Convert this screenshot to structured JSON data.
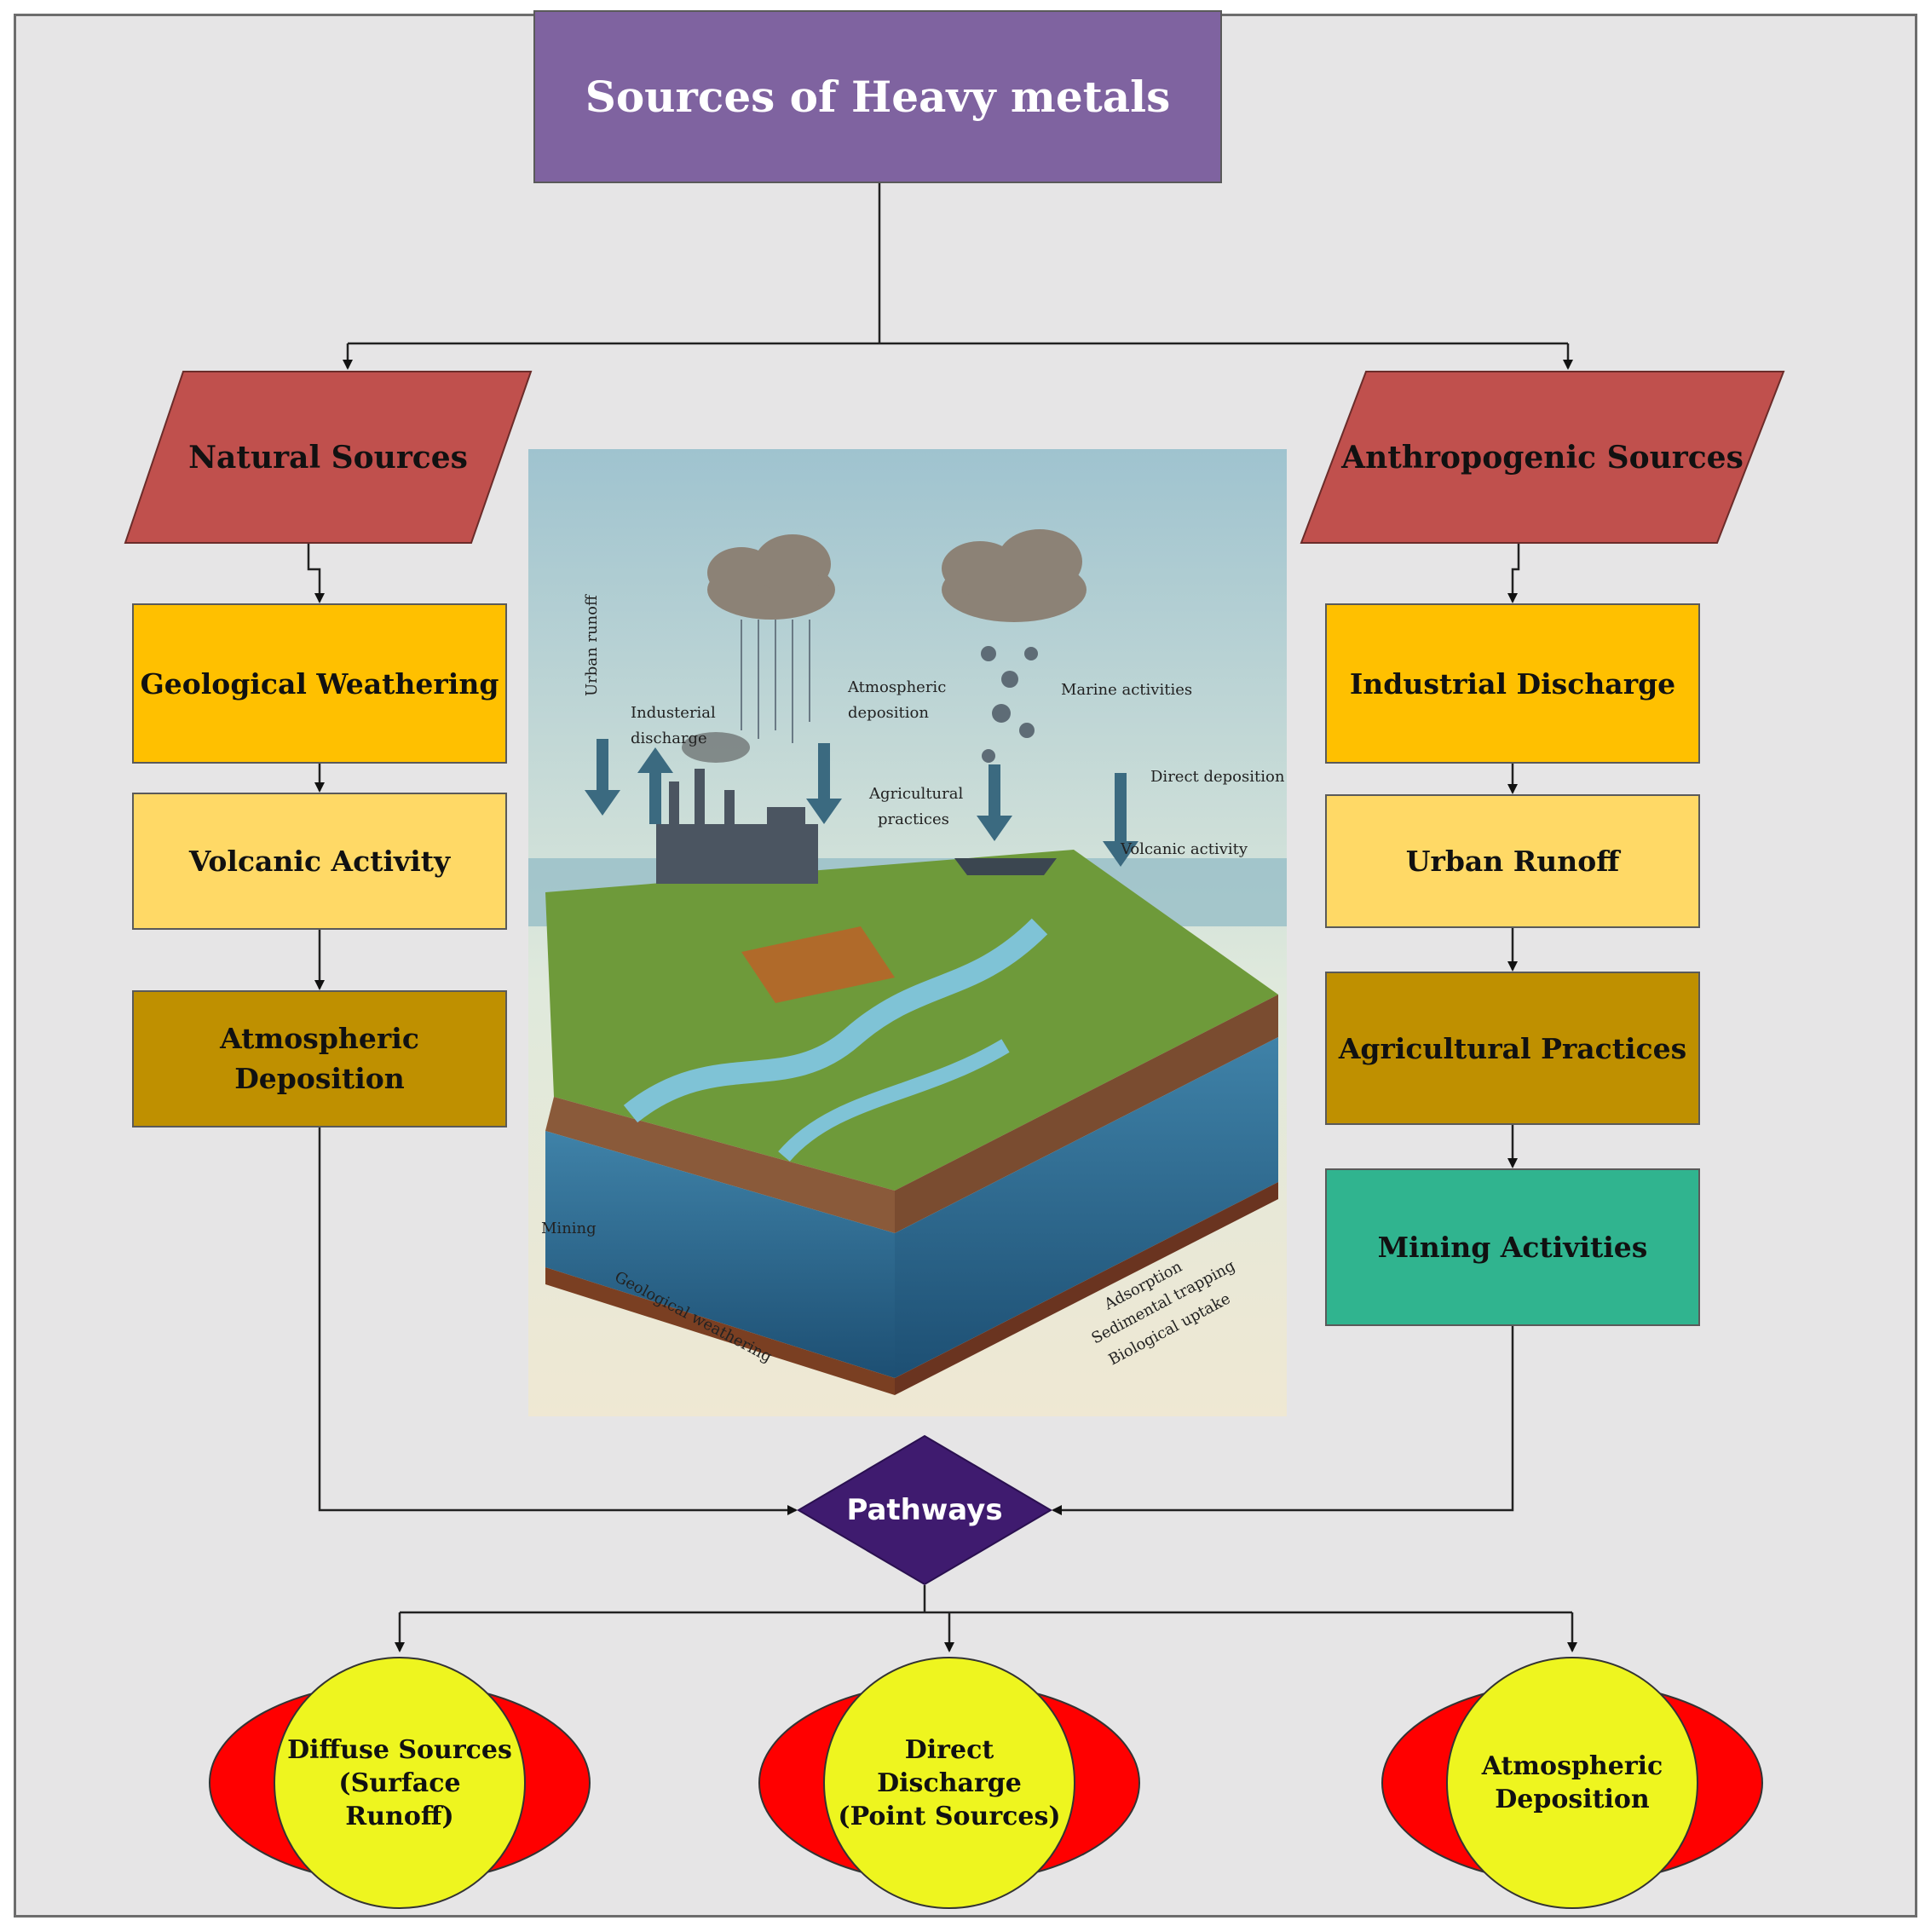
{
  "title": "Sources of Heavy metals",
  "natural": {
    "label": "Natural Sources",
    "items": [
      "Geological Weathering",
      "Volcanic Activity",
      "Atmospheric\nDeposition"
    ]
  },
  "anthropogenic": {
    "label": "Anthropogenic Sources",
    "items": [
      "Industrial Discharge",
      "Urban Runoff",
      "Agricultural Practices",
      "Mining Activities"
    ]
  },
  "pathways": {
    "label": "Pathways",
    "outcomes": [
      "Diffuse Sources\n(Surface\nRunoff)",
      "Direct\nDischarge\n(Point Sources)",
      "Atmospheric\nDeposition"
    ]
  },
  "illustration": {
    "labels": {
      "urban_runoff": "Urban runoff",
      "industrial_discharge_1": "Industerial",
      "industrial_discharge_2": "discharge",
      "atmospheric_deposition_1": "Atmospheric",
      "atmospheric_deposition_2": "deposition",
      "marine_activities": "Marine activities",
      "direct_deposition": "Direct deposition",
      "agricultural_1": "Agricultural",
      "agricultural_2": "practices",
      "volcanic_activity": "Volcanic activity",
      "mining": "Mining",
      "geological_weathering": "Geological weathering",
      "adsorption": "Adsorption",
      "sedimental_trapping": "Sedimental trapping",
      "biological_uptake": "Biological uptake"
    }
  },
  "colors": {
    "title": "#7f63a0",
    "source_header": "#c0504d",
    "level1": "#ffc000",
    "level2": "#ffd966",
    "level3": "#bf9000",
    "mining": "#30b48f",
    "diamond": "#3f1b6f",
    "venn_outer": "#ff0000",
    "venn_inner": "#eef51f"
  }
}
